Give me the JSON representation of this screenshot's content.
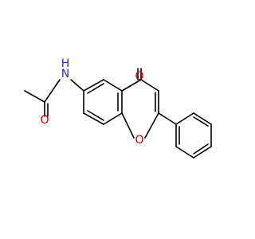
{
  "molecule": {
    "atoms": [
      {
        "symbol": "O",
        "element": "oxygen",
        "color": "#d40000",
        "role": "ketone carbonyl"
      },
      {
        "symbol": "O",
        "element": "oxygen",
        "color": "#d40000",
        "role": "acetamide carbonyl"
      },
      {
        "symbol": "O",
        "element": "oxygen",
        "color": "#d40000",
        "role": "pyran ring oxygen"
      },
      {
        "symbol": "N",
        "element": "nitrogen",
        "color": "#2b2bd9",
        "role": "amide nitrogen"
      },
      {
        "symbol": "H",
        "element": "hydrogen",
        "color": "#2b2bd9",
        "role": "amide hydrogen"
      }
    ],
    "bond_color": "#000000"
  }
}
